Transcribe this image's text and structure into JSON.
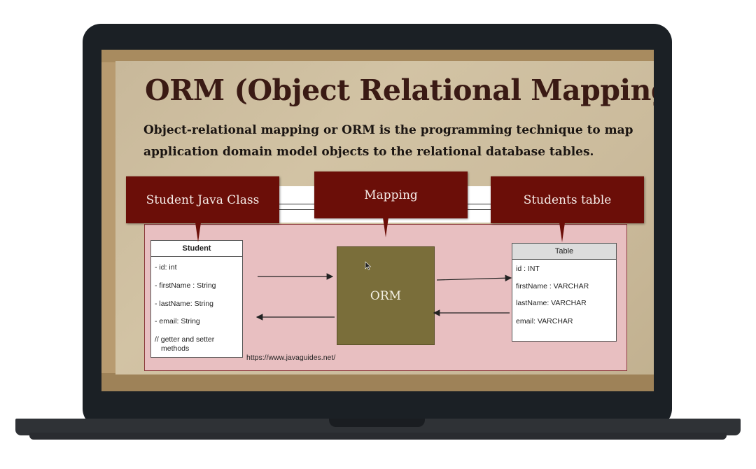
{
  "slide": {
    "title": "ORM (Object Relational Mapping)",
    "description_line1": "Object-relational mapping or ORM is the programming technique to map",
    "description_line2": "application domain model objects to the relational database tables."
  },
  "callouts": {
    "student_class": "Student Java Class",
    "mapping": "Mapping",
    "students_table": "Students table"
  },
  "student_class_box": {
    "header": "Student",
    "fields": [
      "- id: int",
      "- firstName : String",
      "- lastName: String",
      "- email: String"
    ],
    "note_line1": "// getter and setter",
    "note_line2": "methods"
  },
  "orm_box": {
    "label": "ORM"
  },
  "table_box": {
    "header": "Table",
    "columns": [
      "id : INT",
      "firstName : VARCHAR",
      "lastName: VARCHAR",
      "email: VARCHAR"
    ]
  },
  "source_url": "https://www.javaguides.net/",
  "colors": {
    "callout_bg": "#6b0e08",
    "panel_bg": "#e8bfc1",
    "orm_bg": "#7a6e3a",
    "title_color": "#3a1a14"
  }
}
